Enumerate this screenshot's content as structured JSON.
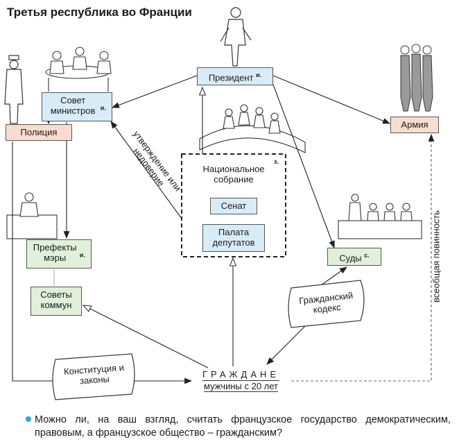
{
  "title": "Третья республика во Франции",
  "nodes": {
    "president": {
      "label": "Президент",
      "mark": "и."
    },
    "council": {
      "label": "Совет министров",
      "mark": "и."
    },
    "police": {
      "label": "Полиция"
    },
    "army": {
      "label": "Армия"
    },
    "assembly": {
      "label": "Национальное собрание",
      "mark": "з."
    },
    "senate": {
      "label": "Сенат"
    },
    "chamber": {
      "label": "Палата депутатов"
    },
    "prefects": {
      "label": "Префекты мэры",
      "mark": "и."
    },
    "communes": {
      "label": "Советы коммун"
    },
    "courts": {
      "label": "Суды",
      "mark": "с."
    },
    "citizens": {
      "label": "ГРАЖДАНЕ",
      "sublabel": "мужчины с 20 лет"
    }
  },
  "scrolls": {
    "constitution": "Конституция и законы",
    "civil_code": "Гражданский кодекс"
  },
  "edge_labels": {
    "confidence": "утверждение или недоверие",
    "conscription": "всеобщая повинность"
  },
  "question": "Можно ли, на ваш взгляд, считать французское государство демократическим, правовым, а французское общество – гражданским?",
  "colors": {
    "blue": "#d8ecf8",
    "pink": "#f9dcd0",
    "green": "#e1f0da",
    "bullet": "#29a8e0"
  },
  "illustrations": [
    "president-figure-icon",
    "ministers-table-icon",
    "police-officer-icon",
    "army-soldiers-icon",
    "assembly-crowd-icon",
    "court-judges-icon",
    "prefect-desk-icon"
  ]
}
